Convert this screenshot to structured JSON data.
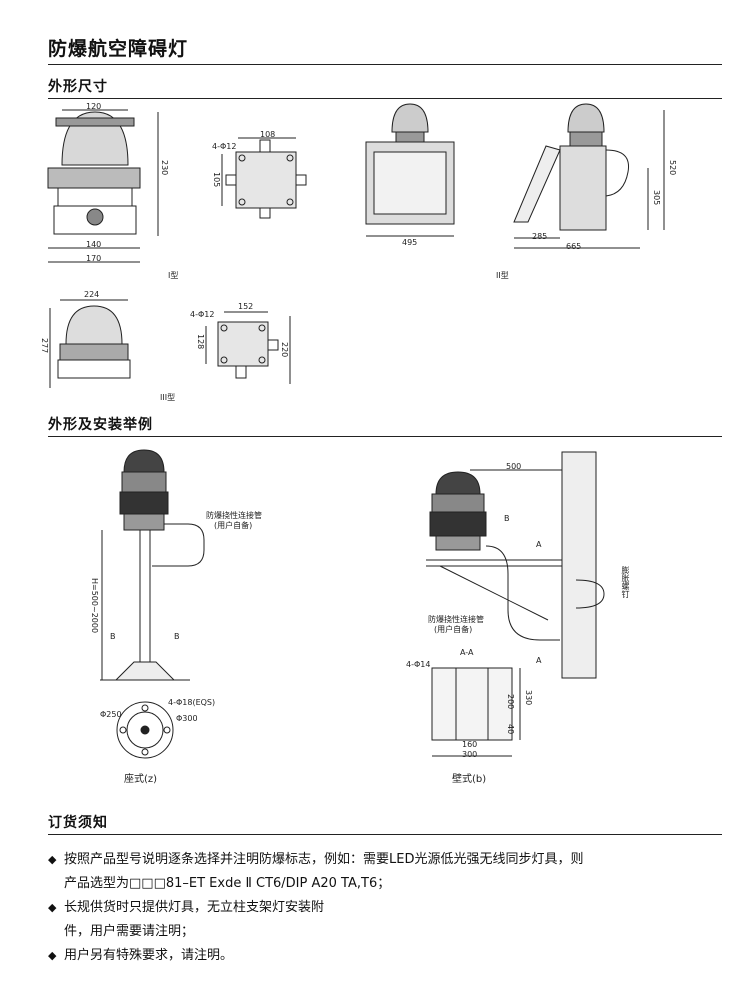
{
  "page": {
    "title": "防爆航空障碍灯"
  },
  "sections": {
    "dimensions": "外形尺寸",
    "install": "外形及安装举例",
    "ordering": "订货须知"
  },
  "dims": {
    "t1_top": "120",
    "t1_height": "230",
    "t1_base": "140",
    "t1_base2": "170",
    "t1_type": "I型",
    "box_hole": "4-Φ12",
    "box_w": "108",
    "box_h": "105",
    "t2_w": "495",
    "t2_w2": "285",
    "t2_w3": "665",
    "t2_h": "520",
    "t2_h2": "305",
    "t2_type": "II型",
    "t3_w": "224",
    "t3_h": "277",
    "t3_type": "III型",
    "box2_hole": "4-Φ12",
    "box2_w": "152",
    "box2_h": "128",
    "box2_h2": "220"
  },
  "install": {
    "pipe_label": "防爆挠性连接管",
    "user_supply": "(用户自备)",
    "h_range": "H=500~2000",
    "b_mark": "B",
    "flange_holes": "4-Φ18(EQS)",
    "flange_d1": "Φ250",
    "flange_d2": "Φ300",
    "pedestal_caption": "座式(z)",
    "wall_500": "500",
    "wall_label": "膨胀螺钉",
    "a_mark": "A",
    "aa_label": "A-A",
    "wall_holes": "4-Φ14",
    "wall_330": "330",
    "wall_200": "200",
    "wall_40": "40",
    "wall_160": "160",
    "wall_300": "300",
    "wall_caption": "壁式(b)"
  },
  "notes": {
    "n1a": "按照产品型号说明逐条选择并注明防爆标志，例如：需要LED光源低光强无线同步灯具，则",
    "n1b": "产品选型为□□□81–ET  Exde Ⅱ CT6/DIP A20 TA,T6；",
    "n2a": "长规供货时只提供灯具，无立柱支架灯安装附",
    "n2b": "件，用户需要请注明；",
    "n3": "用户另有特殊要求，请注明。"
  },
  "icons": {
    "bullet": "◆"
  }
}
